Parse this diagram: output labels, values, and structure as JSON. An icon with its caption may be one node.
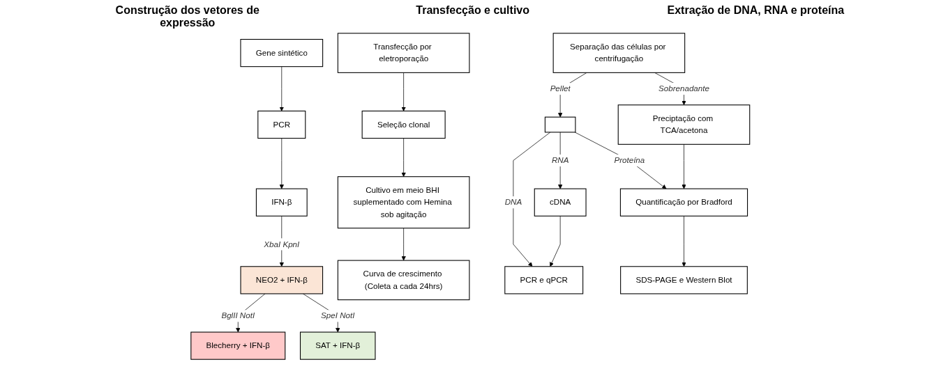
{
  "diagram": {
    "nodes": [
      {
        "text": [
          "Gene sintético"
        ]
      },
      {
        "text": [
          "PCR"
        ]
      },
      {
        "text": [
          "IFN-β"
        ]
      },
      {
        "text": [
          "NEO2 + IFN-β"
        ]
      },
      {
        "text": [
          "Blecherry + IFN-β"
        ]
      },
      {
        "text": [
          "SAT + IFN-β"
        ]
      },
      {
        "text": [
          "Transfecção por eletroporação"
        ]
      },
      {
        "text": [
          "Seleção clonal"
        ]
      },
      {
        "text": [
          "Cultivo em meio BHI suplementado com Hemina sob agitação"
        ]
      },
      {
        "text": [
          "Curva de crescimento (Coleta a cada 24hrs)"
        ]
      },
      {
        "text": [
          "Separação das células por centrifugação"
        ]
      },
      {
        "text": [],
        "shape": "box"
      },
      {
        "text": [
          "Preciptação com TCA/acetona"
        ]
      },
      {
        "text": [
          "cDNA"
        ]
      },
      {
        "text": [
          "Quantificação por Bradford"
        ]
      },
      {
        "text": [
          "PCR e qPCR"
        ]
      },
      {
        "text": [
          "SDS-PAGE e Western Blot"
        ]
      }
    ],
    "edges": [
      {
        "from": 0,
        "to": 1,
        "arrow": "to"
      },
      {
        "from": 1,
        "to": 2,
        "arrow": "to"
      },
      {
        "from": 2,
        "to": 3,
        "arrow": "to",
        "label": "XbaI KpnI"
      },
      {
        "from": 3,
        "to": 4,
        "arrow": "to",
        "label": "BglII NotI"
      },
      {
        "from": 3,
        "to": 5,
        "arrow": "to",
        "label": "SpeI NotI"
      },
      {
        "from": 6,
        "to": 7,
        "arrow": "to"
      },
      {
        "from": 7,
        "to": 8,
        "arrow": "to"
      },
      {
        "from": 8,
        "to": 9,
        "arrow": "to"
      },
      {
        "from": 10,
        "to": 11,
        "arrow": "to",
        "label": "Pellet"
      },
      {
        "from": 10,
        "to": 12,
        "arrow": "to",
        "label": "Sobrenadante"
      },
      {
        "from": 11,
        "to": 15,
        "arrow": "to",
        "label": "DNA"
      },
      {
        "from": 11,
        "to": 13,
        "arrow": "to",
        "label": "RNA"
      },
      {
        "from": 11,
        "to": 14,
        "arrow": "to",
        "label": "Proteína"
      },
      {
        "from": 13,
        "to": 15,
        "arrow": "to"
      },
      {
        "from": 12,
        "to": 14,
        "arrow": "to"
      },
      {
        "from": 14,
        "to": 16,
        "arrow": "to"
      }
    ],
    "labels": [
      "Construção dos vetores de expressão",
      "Transfecção e cultivo",
      "Extração de DNA, RNA e proteína"
    ]
  }
}
